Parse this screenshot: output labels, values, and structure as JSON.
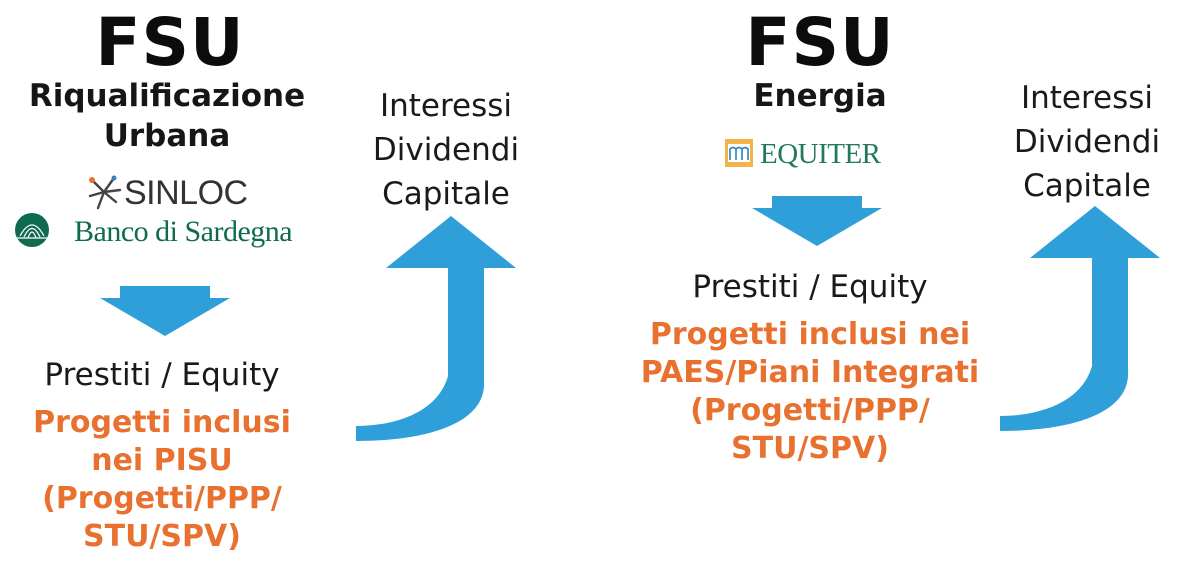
{
  "left": {
    "heading": "FSU",
    "subtitle_lines": [
      "Riqualificazione",
      "Urbana"
    ],
    "partners": {
      "sinloc": "SINLOC",
      "banco": "Banco di Sardegna"
    },
    "flow_label": "Prestiti / Equity",
    "projects_lines": [
      "Progetti inclusi",
      "nei PISU",
      "(Progetti/PPP/",
      "STU/SPV)"
    ],
    "returns_lines": [
      "Interessi",
      "Dividendi",
      "Capitale"
    ]
  },
  "right": {
    "heading": "FSU",
    "subtitle_lines": [
      "Energia"
    ],
    "partners": {
      "equiter": "EQUITER"
    },
    "flow_label": "Prestiti / Equity",
    "projects_lines": [
      "Progetti inclusi nei",
      "PAES/Piani Integrati",
      "(Progetti/PPP/",
      "STU/SPV)"
    ],
    "returns_lines": [
      "Interessi",
      "Dividendi",
      "Capitale"
    ]
  },
  "colors": {
    "arrow_blue": "#2e9fd9",
    "accent_orange": "#e8712f",
    "banco_green": "#0f6b50"
  },
  "icons": {
    "down_arrow": "down-arrow-icon",
    "up_curved_arrow": "curved-up-arrow-icon",
    "sinloc_mark": "star-burst-icon",
    "banco_seal": "nuraghe-seal-icon",
    "equiter_mark": "equiter-square-icon"
  }
}
